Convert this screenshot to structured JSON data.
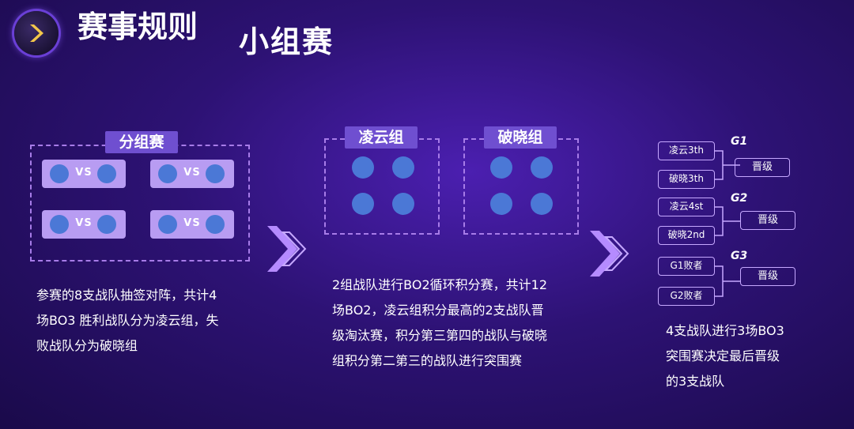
{
  "header": {
    "title_partial": "赛事规则",
    "title": "小组赛"
  },
  "stage1": {
    "label": "分组赛",
    "vs_text": "VS",
    "description_lines": [
      "参赛的8支战队抽签对阵，共计4",
      "场BO3 胜利战队分为凌云组，失",
      "败战队分为破晓组"
    ]
  },
  "stage2": {
    "group_a_label": "凌云组",
    "group_b_label": "破晓组",
    "description_lines": [
      "2组战队进行BO2循环积分赛，共计12",
      "场BO2，凌云组积分最高的2支战队晋",
      "级淘汰赛，积分第三第四的战队与破晓",
      "组积分第二第三的战队进行突围赛"
    ]
  },
  "stage3": {
    "groups": [
      {
        "name": "G1",
        "team_a": "凌云3th",
        "team_b": "破晓3th",
        "result": "晋级"
      },
      {
        "name": "G2",
        "team_a": "凌云4st",
        "team_b": "破晓2nd",
        "result": "晋级"
      },
      {
        "name": "G3",
        "team_a": "G1败者",
        "team_b": "G2败者",
        "result": "晋级"
      }
    ],
    "description_lines": [
      "4支战队进行3场BO3",
      "突围赛决定最后晋级",
      "的3支战队"
    ]
  },
  "colors": {
    "accent": "#6f4fd0",
    "dot": "#4b78d6",
    "match_bg": "#b89cf2",
    "dash_border": "#a77ce8"
  }
}
